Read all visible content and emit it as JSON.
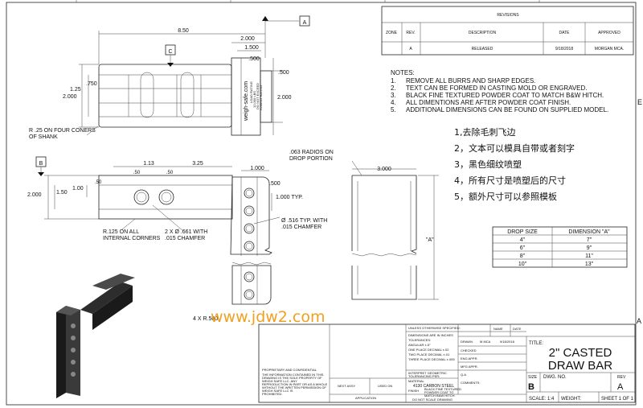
{
  "revisions": {
    "title": "REVISIONS",
    "headers": [
      "ZONE",
      "REV.",
      "DESCRIPTION",
      "DATE",
      "APPROVED"
    ],
    "rows": [
      [
        "",
        "A",
        "RELEASED",
        "9/18/2018",
        "MORGAN MCA."
      ]
    ]
  },
  "notes": {
    "title": "NOTES:",
    "items": [
      {
        "num": "1.",
        "text": "REMOVE ALL BURRS AND SHARP EDGES."
      },
      {
        "num": "2.",
        "text": "TEXT CAN BE FORMED IN CASTING MOLD OR ENGRAVED."
      },
      {
        "num": "3.",
        "text": "BLACK FINE TEXTURED POWDER COAT TO MATCH B&W HITCH."
      },
      {
        "num": "4.",
        "text": "ALL DIMENTIONS ARE AFTER POWDER COAT FINISH."
      },
      {
        "num": "5.",
        "text": "ADDITIONAL DIMENSIONS CAN BE FOUND ON SUPPLIED MODEL."
      }
    ]
  },
  "notes_cn": [
    "1,去除毛刺飞边",
    "2，文本可以模具自带或者刻字",
    "3，黑色细纹喷塑",
    "4，所有尺寸是喷塑后的尺寸",
    "5，额外尺寸可以参照模板"
  ],
  "drop_table": {
    "headers": [
      "DROP SIZE",
      "DIMENSION \"A\""
    ],
    "rows": [
      [
        "4\"",
        "7\""
      ],
      [
        "6\"",
        "9\""
      ],
      [
        "8\"",
        "11\""
      ],
      [
        "10\"",
        "13\""
      ]
    ]
  },
  "datums": {
    "a": "A",
    "b": "B",
    "c": "C"
  },
  "dims": {
    "overall_length": "8.50",
    "d2000_top": "2.000",
    "d1500": "1.500",
    "d500_top": ".500",
    "d500_right": ".500",
    "d2000_right": "2.000",
    "d1_25": "1.25",
    "d750": ".750",
    "d2000_left": "2.000",
    "radius_shank": "R .25 ON FOUR CONERS\nOF SHANK",
    "side_113": "1.13",
    "side_325": "3.25",
    "side_50a": ".50",
    "side_50b": ".50",
    "side_50c": ".50",
    "side_200": "2.000",
    "side_150": "1.50",
    "side_100": "1.00",
    "radius_internal": "R.125 ON ALL\nINTERNAL CORNERS",
    "hole_661": "2 X Ø .661 WITH\n.015 CHAMFER",
    "front_1000": "1.000",
    "front_500": ".500",
    "front_typ": "1.000 TYP.",
    "hole_516": "Ø .516 TYP. WITH\n.015 CHAMFER",
    "radios": ".063 RADIOS ON\nDROP PORTION",
    "end_3000": "3.000",
    "dim_a": "\"A\"",
    "r500": "4 X R.500"
  },
  "engraving": {
    "lines": [
      "weigh-safe.com",
      "LOAD RATING",
      "12,000 LBS",
      "DO NOT EXCEED",
      "TOWING RATING"
    ]
  },
  "watermark": "www.jdw2.com",
  "title_block": {
    "unless": "UNLESS OTHERWISE SPECIFIED:",
    "name": "NAME",
    "date": "DATE",
    "drawn": "DRAWN",
    "drawn_name": "M MCA",
    "drawn_date": "9/18/2018",
    "checked": "CHECKED",
    "eng_appr": "ENG APPR.",
    "mfg_appr": "MFG APPR.",
    "qa": "Q.A.",
    "comments": "COMMENTS:",
    "tolerances": [
      "DIMENSIONS ARE IN INCHES",
      "TOLERANCES:",
      "ANGULAR ±.5°",
      "ONE PLACE DECIMAL ±.02",
      "TWO PLACE DECIMAL ±.01",
      "THREE PLACE DECIMAL ±.005"
    ],
    "interpret": [
      "INTERPRET GEOMETRIC",
      "TOLERANCING PER:"
    ],
    "material_label": "MATERIAL",
    "material": "4130 CARBON STEEL",
    "finish_label": "FINISH",
    "finish": [
      "BLACK FINE TEXTURED",
      "POWDER COAT TO",
      "MATCH B&W HITCH"
    ],
    "no_scale": "DO NOT SCALE DRAWING",
    "next_assy": "NEXT ASSY",
    "used_on": "USED ON",
    "application": "APPLICATION",
    "proprietary_title": "PROPRIETARY AND CONFIDENTIAL",
    "proprietary": [
      "THE INFORMATION CONTAINED IN THIS",
      "DRAWING IS THE SOLE PROPERTY OF",
      "WEIGH SAFE LLC.  ANY",
      "REPRODUCTION IN PART OR AS A WHOLE",
      "WITHOUT THE WRITTEN PERMISSION OF",
      "WEIGH SAFE LLC  IS",
      "PROHIBITED."
    ],
    "title_label": "TITLE:",
    "title_lines": [
      "2\" CASTED",
      "DRAW BAR"
    ],
    "size_label": "SIZE",
    "size": "B",
    "dwg_no": "DWG.  NO.",
    "rev_label": "REV",
    "rev": "A",
    "scale": "SCALE: 1:4",
    "weight": "WEIGHT:",
    "sheet": "SHEET 1 OF 1"
  },
  "margin_marks": {
    "right_e": "E",
    "right_a": "A"
  }
}
